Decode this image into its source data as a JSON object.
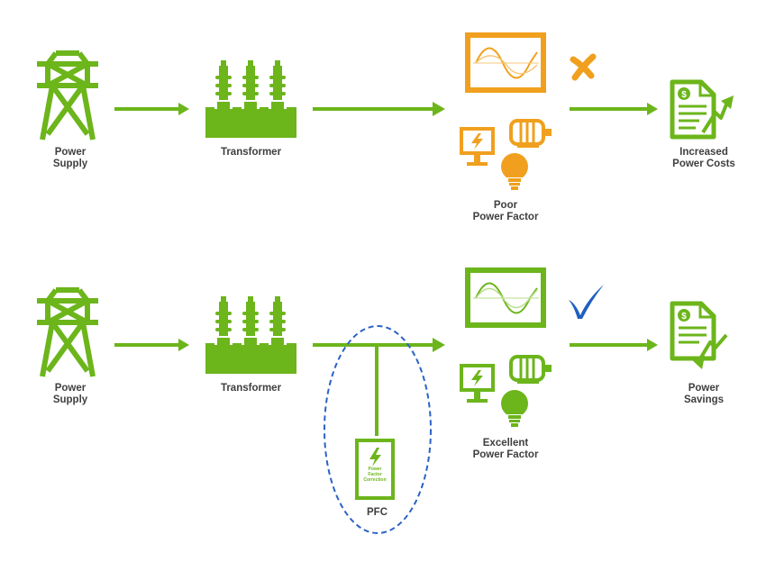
{
  "rows": [
    {
      "source": {
        "line1": "Power",
        "line2": "Supply"
      },
      "transformer": "Transformer",
      "factor": {
        "line1": "Poor",
        "line2": "Power Factor"
      },
      "result": {
        "line1": "Increased",
        "line2": "Power Costs"
      },
      "status": "cross"
    },
    {
      "source": {
        "line1": "Power",
        "line2": "Supply"
      },
      "transformer": "Transformer",
      "factor": {
        "line1": "Excellent",
        "line2": "Power Factor"
      },
      "result": {
        "line1": "Power",
        "line2": "Savings"
      },
      "status": "check"
    }
  ],
  "pfc": {
    "label": "PFC",
    "device_line1": "Power",
    "device_line2": "Factor",
    "device_line3": "Correction"
  },
  "colors": {
    "green": "#6cb51b",
    "orange": "#f0a01e",
    "blue_check": "#1f5fc0",
    "dashed_ellipse": "#2a63c4",
    "text": "#3f3f3f"
  },
  "icons": [
    "transmission-tower-icon",
    "transformer-icon",
    "waveform-monitor-icon",
    "computer-icon",
    "motor-icon",
    "lightbulb-icon",
    "cost-document-icon",
    "cross-mark-icon",
    "check-mark-icon",
    "pfc-device-icon"
  ]
}
